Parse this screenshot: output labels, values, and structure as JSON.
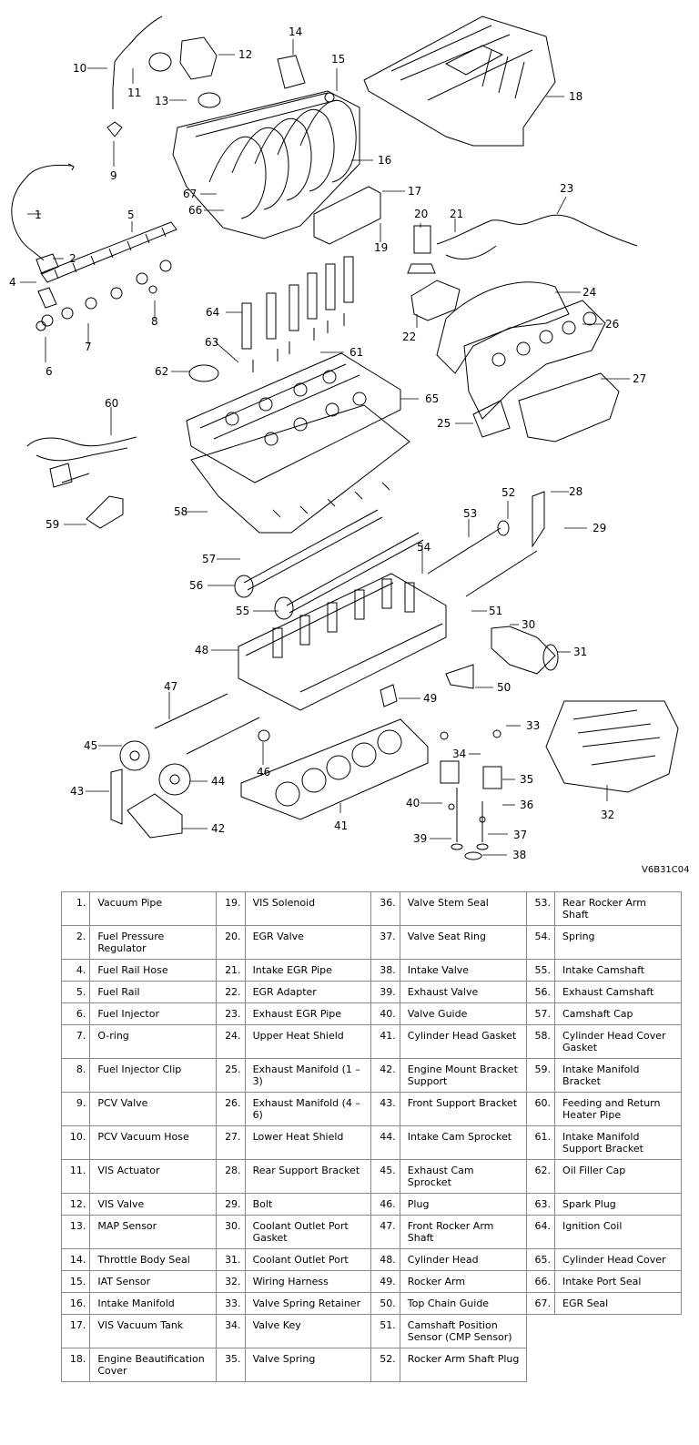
{
  "diagram": {
    "reference_code": "V6B31C04",
    "callouts": [
      "1",
      "2",
      "4",
      "5",
      "6",
      "7",
      "8",
      "9",
      "10",
      "11",
      "12",
      "13",
      "14",
      "15",
      "16",
      "17",
      "18",
      "19",
      "20",
      "21",
      "22",
      "23",
      "24",
      "25",
      "26",
      "27",
      "28",
      "29",
      "30",
      "31",
      "32",
      "33",
      "34",
      "35",
      "36",
      "37",
      "38",
      "39",
      "40",
      "41",
      "42",
      "43",
      "44",
      "45",
      "46",
      "47",
      "48",
      "49",
      "50",
      "51",
      "52",
      "53",
      "54",
      "55",
      "56",
      "57",
      "58",
      "59",
      "60",
      "61",
      "62",
      "63",
      "64",
      "65",
      "66",
      "67"
    ]
  },
  "legend": {
    "rows": [
      [
        {
          "num": "1.",
          "label": "Vacuum Pipe"
        },
        {
          "num": "19.",
          "label": "VIS Solenoid"
        },
        {
          "num": "36.",
          "label": "Valve Stem Seal"
        },
        {
          "num": "53.",
          "label": "Rear Rocker Arm Shaft"
        }
      ],
      [
        {
          "num": "2.",
          "label": "Fuel Pressure Regulator"
        },
        {
          "num": "20.",
          "label": "EGR Valve"
        },
        {
          "num": "37.",
          "label": "Valve Seat Ring"
        },
        {
          "num": "54.",
          "label": "Spring"
        }
      ],
      [
        {
          "num": "4.",
          "label": "Fuel Rail Hose"
        },
        {
          "num": "21.",
          "label": "Intake EGR Pipe"
        },
        {
          "num": "38.",
          "label": "Intake Valve"
        },
        {
          "num": "55.",
          "label": "Intake Camshaft"
        }
      ],
      [
        {
          "num": "5.",
          "label": "Fuel Rail"
        },
        {
          "num": "22.",
          "label": "EGR Adapter"
        },
        {
          "num": "39.",
          "label": "Exhaust Valve"
        },
        {
          "num": "56.",
          "label": "Exhaust Camshaft"
        }
      ],
      [
        {
          "num": "6.",
          "label": "Fuel Injector"
        },
        {
          "num": "23.",
          "label": "Exhaust EGR Pipe"
        },
        {
          "num": "40.",
          "label": "Valve Guide"
        },
        {
          "num": "57.",
          "label": "Camshaft Cap"
        }
      ],
      [
        {
          "num": "7.",
          "label": "O-ring"
        },
        {
          "num": "24.",
          "label": "Upper Heat Shield"
        },
        {
          "num": "41.",
          "label": "Cylinder Head Gasket"
        },
        {
          "num": "58.",
          "label": "Cylinder Head Cover Gasket"
        }
      ],
      [
        {
          "num": "8.",
          "label": "Fuel Injector Clip"
        },
        {
          "num": "25.",
          "label": "Exhaust Manifold (1 – 3)"
        },
        {
          "num": "42.",
          "label": "Engine Mount Bracket Support"
        },
        {
          "num": "59.",
          "label": "Intake Manifold Bracket"
        }
      ],
      [
        {
          "num": "9.",
          "label": "PCV Valve"
        },
        {
          "num": "26.",
          "label": "Exhaust Manifold (4 – 6)"
        },
        {
          "num": "43.",
          "label": "Front Support Bracket"
        },
        {
          "num": "60.",
          "label": "Feeding and Return Heater Pipe"
        }
      ],
      [
        {
          "num": "10.",
          "label": "PCV Vacuum Hose"
        },
        {
          "num": "27.",
          "label": "Lower Heat Shield"
        },
        {
          "num": "44.",
          "label": "Intake Cam Sprocket"
        },
        {
          "num": "61.",
          "label": "Intake Manifold Support Bracket"
        }
      ],
      [
        {
          "num": "11.",
          "label": "VIS Actuator"
        },
        {
          "num": "28.",
          "label": "Rear Support Bracket"
        },
        {
          "num": "45.",
          "label": "Exhaust Cam Sprocket"
        },
        {
          "num": "62.",
          "label": "Oil Filler Cap"
        }
      ],
      [
        {
          "num": "12.",
          "label": "VIS Valve"
        },
        {
          "num": "29.",
          "label": "Bolt"
        },
        {
          "num": "46.",
          "label": "Plug"
        },
        {
          "num": "63.",
          "label": "Spark Plug"
        }
      ],
      [
        {
          "num": "13.",
          "label": "MAP Sensor"
        },
        {
          "num": "30.",
          "label": "Coolant Outlet Port Gasket"
        },
        {
          "num": "47.",
          "label": "Front Rocker Arm Shaft"
        },
        {
          "num": "64.",
          "label": "Ignition Coil"
        }
      ],
      [
        {
          "num": "14.",
          "label": "Throttle Body Seal"
        },
        {
          "num": "31.",
          "label": "Coolant Outlet Port"
        },
        {
          "num": "48.",
          "label": "Cylinder Head"
        },
        {
          "num": "65.",
          "label": "Cylinder Head Cover"
        }
      ],
      [
        {
          "num": "15.",
          "label": "IAT Sensor"
        },
        {
          "num": "32.",
          "label": "Wiring Harness"
        },
        {
          "num": "49.",
          "label": "Rocker Arm"
        },
        {
          "num": "66.",
          "label": "Intake Port Seal"
        }
      ],
      [
        {
          "num": "16.",
          "label": "Intake Manifold"
        },
        {
          "num": "33.",
          "label": "Valve Spring Retainer"
        },
        {
          "num": "50.",
          "label": "Top Chain Guide"
        },
        {
          "num": "67.",
          "label": "EGR Seal"
        }
      ],
      [
        {
          "num": "17.",
          "label": "VIS Vacuum Tank"
        },
        {
          "num": "34.",
          "label": "Valve Key"
        },
        {
          "num": "51.",
          "label": "Camshaft Position Sensor (CMP Sensor)"
        },
        {
          "num": "",
          "label": ""
        }
      ],
      [
        {
          "num": "18.",
          "label": "Engine Beautification Cover"
        },
        {
          "num": "35.",
          "label": "Valve Spring"
        },
        {
          "num": "52.",
          "label": "Rocker Arm Shaft Plug"
        },
        {
          "num": "",
          "label": ""
        }
      ]
    ]
  }
}
